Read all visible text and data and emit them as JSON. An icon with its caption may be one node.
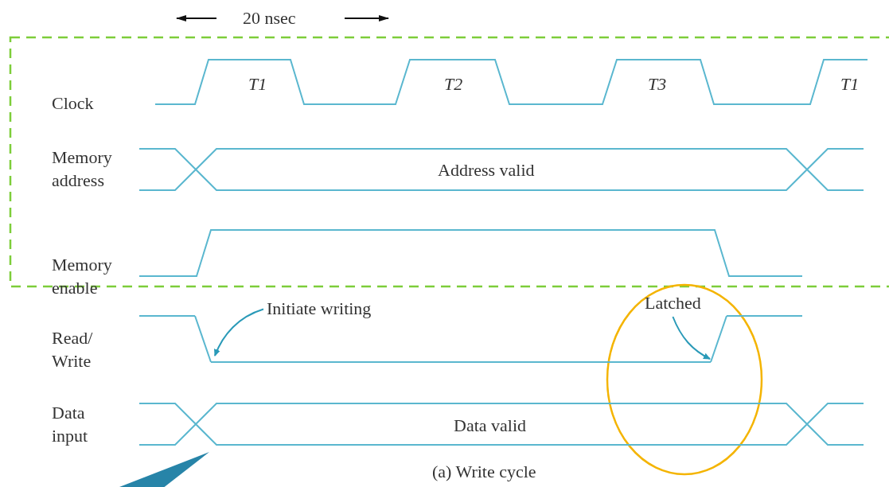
{
  "diagram": {
    "caption": "(a) Write cycle",
    "nodes": [
      {
        "text": [
          "Initiate writing"
        ]
      },
      {
        "text": [],
        "shape": "line"
      },
      {
        "text": [
          "Latched"
        ]
      },
      {
        "text": [],
        "shape": "line"
      },
      {
        "text": [],
        "shape": "triangle"
      }
    ],
    "edges": [
      {
        "from": 0,
        "to": 1,
        "arrow": "to"
      },
      {
        "from": 2,
        "to": 3,
        "arrow": "to"
      }
    ],
    "labels": [
      "20 nsec",
      "T1",
      "T2",
      "T3",
      "T1",
      "Clock",
      "Memory address",
      "Address valid",
      "Memory enable",
      "Read/ Write",
      "Data input",
      "Data valid"
    ]
  }
}
